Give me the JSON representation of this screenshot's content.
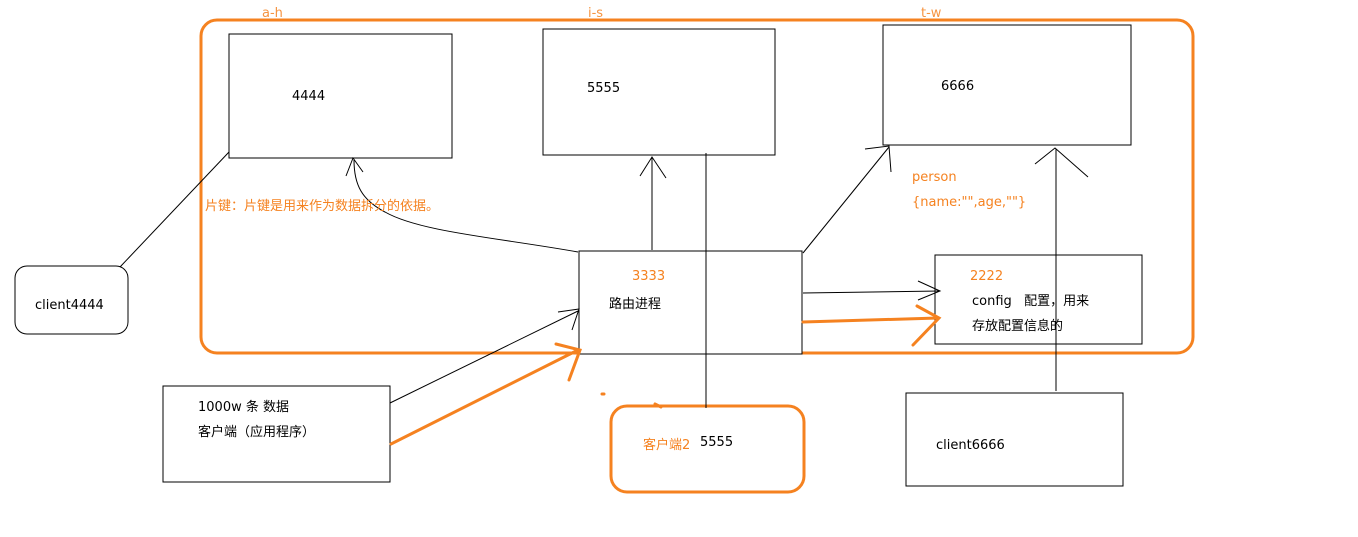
{
  "colors": {
    "accent": "#f58220",
    "ink": "#000000",
    "background": "#ffffff"
  },
  "shards": [
    {
      "range_label": "a-h",
      "port": "4444"
    },
    {
      "range_label": "i-s",
      "port": "5555"
    },
    {
      "range_label": "t-w",
      "port": "6666"
    }
  ],
  "shard_key_note": "片键：片键是用来作为数据拆分的依据。",
  "router": {
    "port": "3333",
    "label": "路由进程"
  },
  "config_server": {
    "port": "2222",
    "line1": "config   配置，用来",
    "line2": "存放配置信息的"
  },
  "document_example": {
    "collection": "person",
    "doc": "{name:\"\",age,\"\"}"
  },
  "app_client": {
    "line1": "1000w 条 数据",
    "line2": "客户端（应用程序）"
  },
  "client2": {
    "label": "客户端2",
    "port": "5555"
  },
  "client4444": {
    "label": "client4444"
  },
  "client6666": {
    "label": "client6666"
  }
}
